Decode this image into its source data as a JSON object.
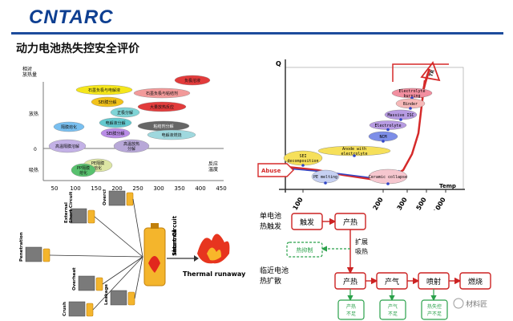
{
  "header": {
    "logo": "CNTARC",
    "title": "动力电池热失控安全评价"
  },
  "bubble_chart": {
    "y_axis_title": "相对\n放热量",
    "y_tick_high": "放热",
    "y_tick_zero": "0",
    "y_tick_low": "吸热",
    "x_axis_title": "反应\n温度",
    "x_ticks": [
      "50",
      "100",
      "150",
      "200",
      "250",
      "300",
      "350",
      "400",
      "450"
    ],
    "bubbles": [
      {
        "label": "负极溶液",
        "color": "#e23b3b"
      },
      {
        "label": "石墨负极与电解液",
        "color": "#f5e61b"
      },
      {
        "label": "石墨负极与粘结剂",
        "color": "#f29a9a"
      },
      {
        "label": "SEI膜分解",
        "color": "#f2c21a"
      },
      {
        "label": "正极分解",
        "color": "#7fd4d6"
      },
      {
        "label": "大量放热反应",
        "color": "#e23b3b"
      },
      {
        "label": "电解液分解",
        "color": "#64c9cf"
      },
      {
        "label": "隔膜熔化",
        "color": "#78bff0"
      },
      {
        "label": "SEI膜分解",
        "color": "#b98ce6"
      },
      {
        "label": "粘结剂分解",
        "color": "#666666"
      },
      {
        "label": "电解液燃烧",
        "color": "#9fd8de"
      },
      {
        "label": "高温隔膜溶解",
        "color": "#c3b1e6"
      },
      {
        "label": "高温放热\n分解",
        "color": "#b8a8d8"
      },
      {
        "label": "PE隔膜\n熔化",
        "color": "#dde6a4"
      },
      {
        "label": "PP隔膜\n熔化",
        "color": "#58c16e"
      }
    ]
  },
  "temp_chart": {
    "y_axis_label": "Q",
    "x_axis_label": "Temp",
    "tr_label": "TR",
    "abuse_label": "Abuse",
    "x_ticks": [
      "100",
      "200",
      "300",
      "500",
      "1000"
    ],
    "events": [
      "Electrolyte burning",
      "Binder",
      "Massive ISC",
      "Electrolyte",
      "NCM",
      "Anode with electrolyte",
      "SEI decomposition",
      "PE melting",
      "Ceramic collapse"
    ]
  },
  "trigger_diagram": {
    "center": "Internal\nShort Circuit",
    "outcome": "Thermal runaway",
    "causes": [
      {
        "label": "Penetration"
      },
      {
        "label": "External\nShort Circuit"
      },
      {
        "label": "Overcharge"
      },
      {
        "label": "Overheat"
      },
      {
        "label": "Crush"
      },
      {
        "label": "Leakage"
      }
    ]
  },
  "flow_diagram": {
    "row1_label": "单电池\n热触发",
    "row2_label": "临近电池\n热扩散",
    "trigger": "触发",
    "heat1": "产热",
    "spread": "扩展\n吸热",
    "spread_side": "热抑制",
    "heat2": "产热",
    "gas": "产气",
    "jet": "喷射",
    "burn": "燃烧",
    "bottom1": "产热\n不足",
    "bottom2": "产气\n不足",
    "bottom3": "热失控\n产不足",
    "watermark": "材料匠"
  }
}
